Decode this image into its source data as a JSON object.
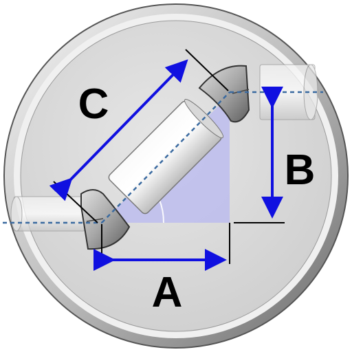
{
  "labels": {
    "a": "A",
    "b": "B",
    "c": "C"
  },
  "colors": {
    "arrow": "#1010e0",
    "triangle_fill": "#b8b8f0",
    "centerline": "#3a6aa0",
    "ring_outer": "#8a8a8a",
    "disc_fill": "#d8d8d8",
    "dimension_line": "#000000"
  },
  "icons": {
    "pipe_elbow": "pipe-elbow-icon",
    "pipe_segment": "pipe-segment-icon"
  }
}
